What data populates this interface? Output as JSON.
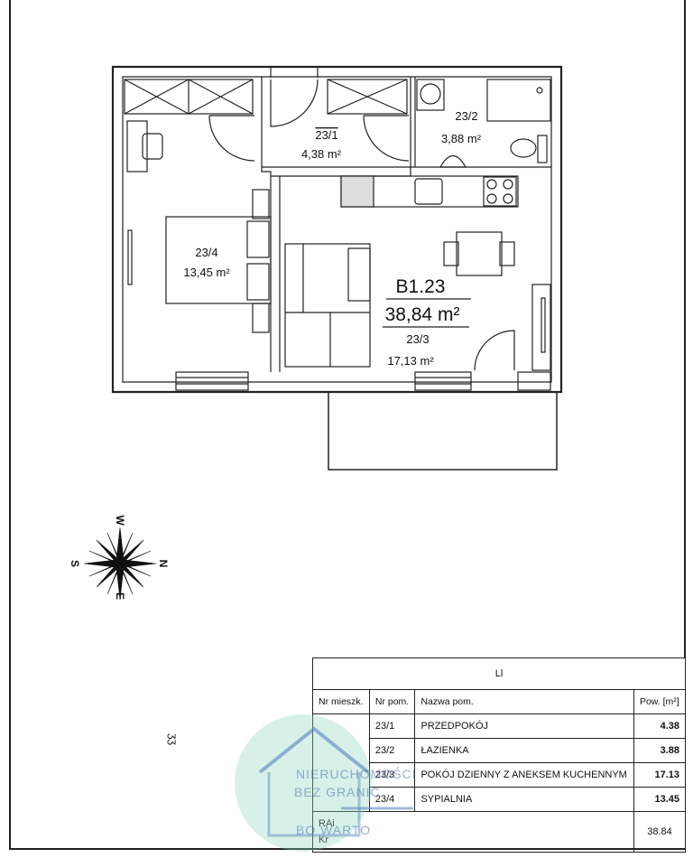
{
  "plan": {
    "unit_code": "B1.23",
    "unit_area": "38,84 m²",
    "rooms": [
      {
        "id": "23/1",
        "area": "4,38 m²"
      },
      {
        "id": "23/2",
        "area": "3,88 m²"
      },
      {
        "id": "23/3",
        "area": "17,13 m²"
      },
      {
        "id": "23/4",
        "area": "13,45 m²"
      }
    ]
  },
  "compass": {
    "top": "W",
    "right": "N",
    "bottom": "E",
    "left": "S"
  },
  "side_mark": "ʒʒ",
  "table": {
    "top_label": "Ll",
    "col_unit": "Nr mieszk.",
    "col_room": "Nr pom.",
    "col_name": "Nazwa pom.",
    "col_area": "Pow. [m²]",
    "rows": [
      {
        "nr": "23/1",
        "name": "PRZEDPOKÓJ",
        "area": "4.38"
      },
      {
        "nr": "23/2",
        "name": "ŁAZIENKA",
        "area": "3.88"
      },
      {
        "nr": "23/3",
        "name": "POKÓJ DZIENNY Z ANEKSEM KUCHENNYM",
        "area": "17.13"
      },
      {
        "nr": "23/4",
        "name": "SYPIALNIA",
        "area": "13.45"
      }
    ],
    "footer_a": "RAi",
    "footer_b": "Kr",
    "total": "38.84"
  },
  "watermark": {
    "line1": "NIERUCHOMOŚCI",
    "line2": "BEZ GRANIC",
    "line3": "BO WARTO"
  }
}
